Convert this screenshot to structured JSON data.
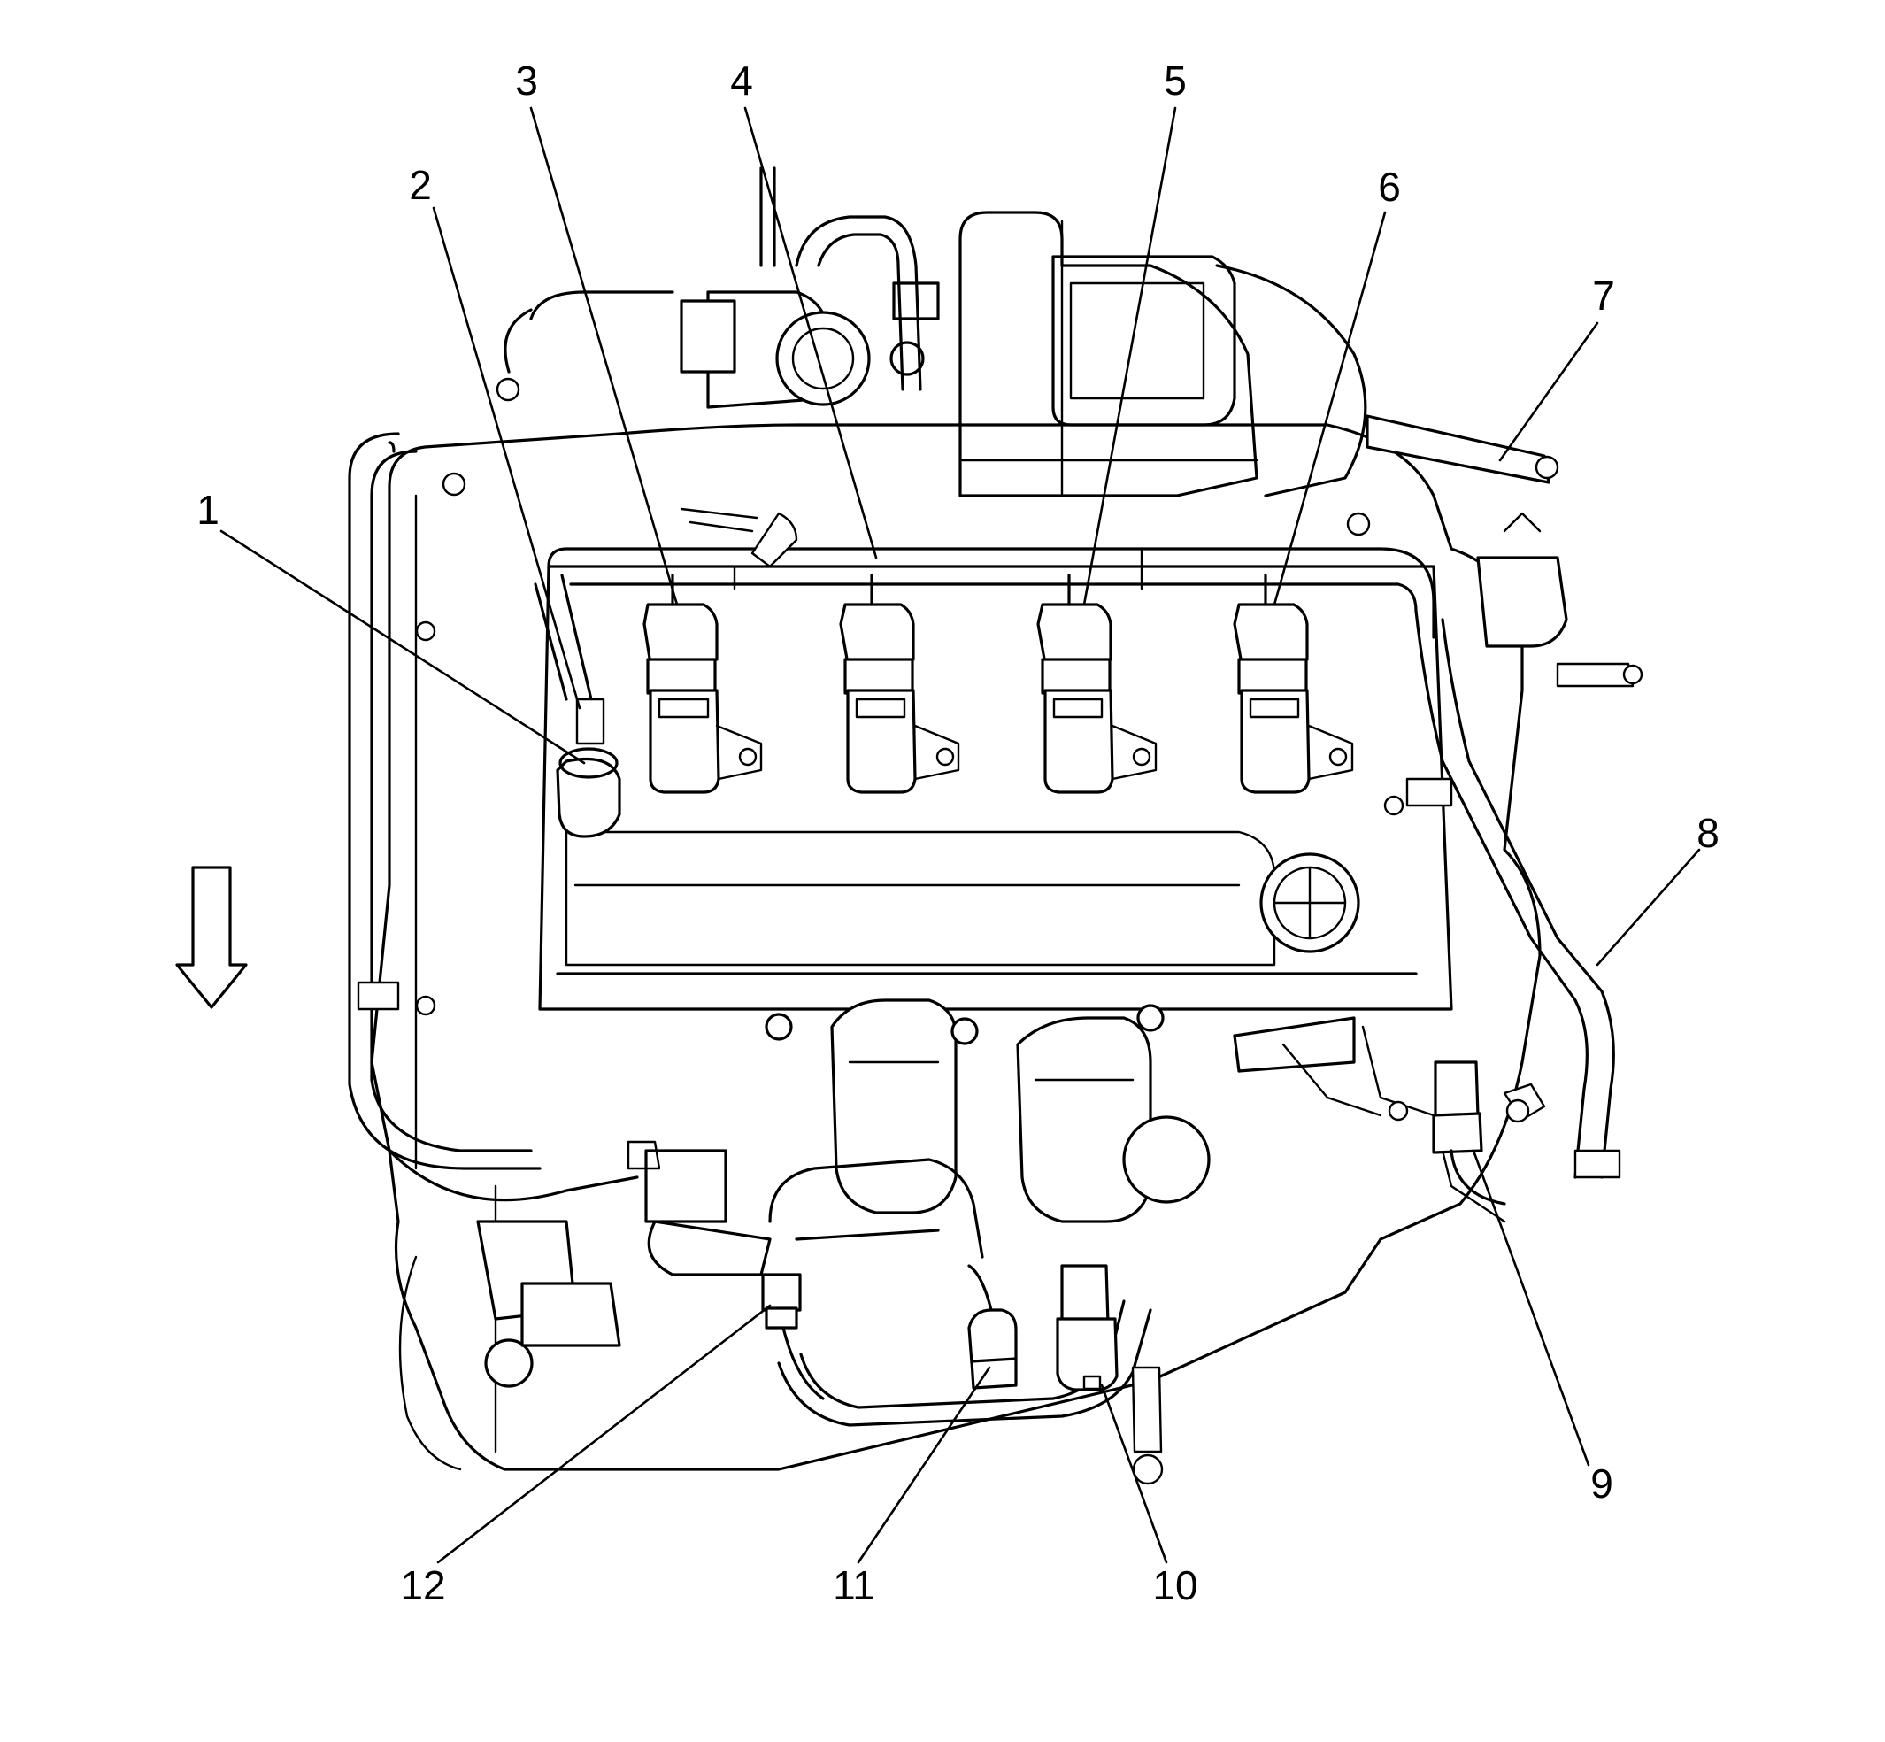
{
  "callouts": [
    {
      "id": "1",
      "label": "1"
    },
    {
      "id": "2",
      "label": "2"
    },
    {
      "id": "3",
      "label": "3"
    },
    {
      "id": "4",
      "label": "4"
    },
    {
      "id": "5",
      "label": "5"
    },
    {
      "id": "6",
      "label": "6"
    },
    {
      "id": "7",
      "label": "7"
    },
    {
      "id": "8",
      "label": "8"
    },
    {
      "id": "9",
      "label": "9"
    },
    {
      "id": "10",
      "label": "10"
    },
    {
      "id": "11",
      "label": "11"
    },
    {
      "id": "12",
      "label": "12"
    }
  ],
  "icons": {
    "direction_arrow": "down-arrow-icon"
  },
  "colors": {
    "line": "#000000",
    "background": "#ffffff"
  }
}
